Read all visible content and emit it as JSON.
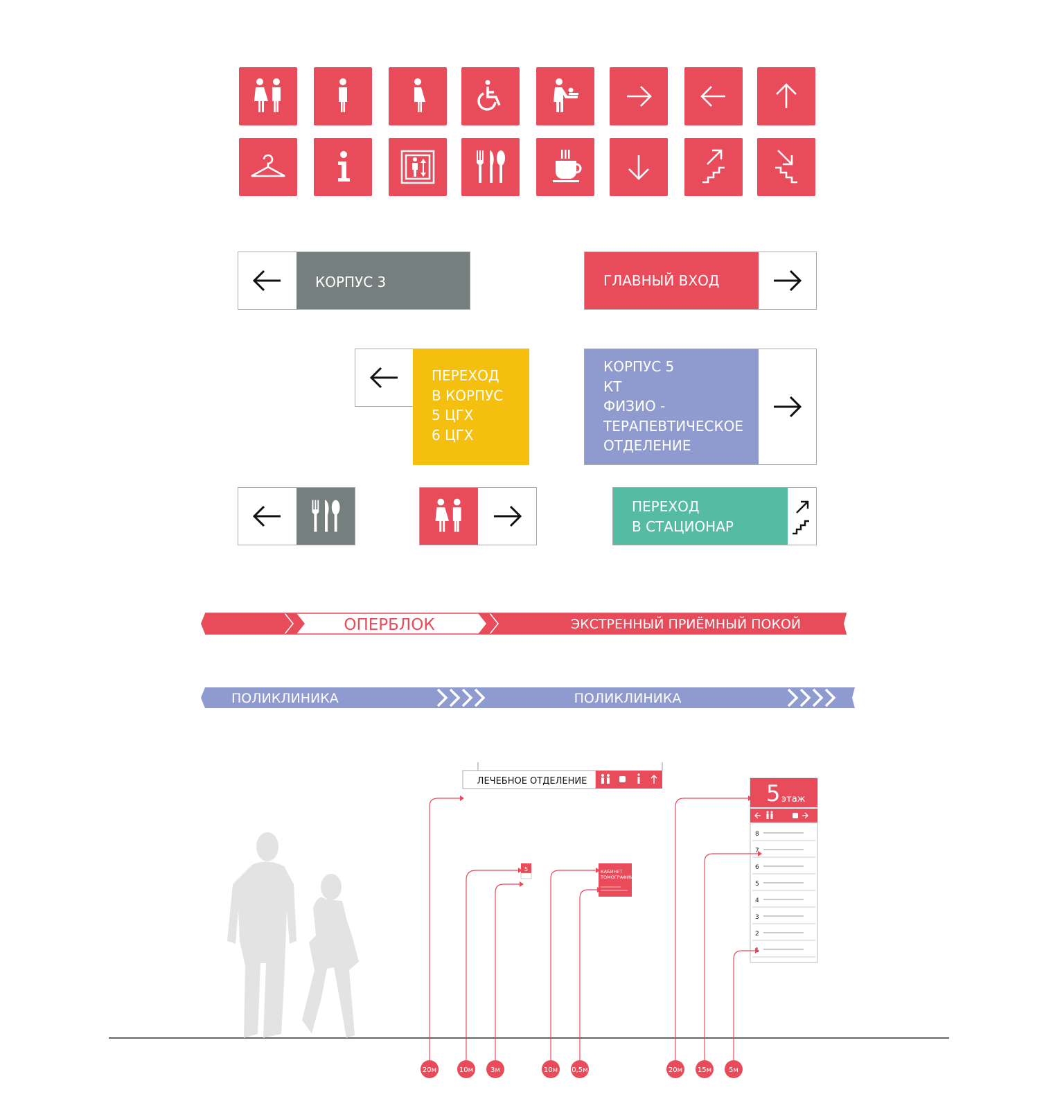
{
  "colors": {
    "red": "#e84b5a",
    "gray": "#757f7e",
    "yellow": "#f5bf0f",
    "lavender": "#8f9bcf",
    "teal": "#55bba2",
    "silhouette": "#e3e3e3"
  },
  "pictograms": [
    {
      "icon": "toilets-icon"
    },
    {
      "icon": "male-toilet-icon"
    },
    {
      "icon": "female-toilet-icon"
    },
    {
      "icon": "wheelchair-icon"
    },
    {
      "icon": "baby-changing-icon"
    },
    {
      "icon": "arrow-right-icon"
    },
    {
      "icon": "arrow-left-icon"
    },
    {
      "icon": "arrow-up-icon"
    },
    {
      "icon": "coat-hanger-icon"
    },
    {
      "icon": "information-icon"
    },
    {
      "icon": "elevator-icon"
    },
    {
      "icon": "cutlery-icon"
    },
    {
      "icon": "coffee-cup-icon"
    },
    {
      "icon": "arrow-down-icon"
    },
    {
      "icon": "stairs-up-icon"
    },
    {
      "icon": "stairs-down-icon"
    }
  ],
  "signs": {
    "korpus3": "КОРПУС 3",
    "main_entrance": "ГЛАВНЫЙ ВХОД",
    "perehod_korpus": [
      "ПЕРЕХОД",
      "В КОРПУС",
      "5 ЦГХ",
      "6 ЦГХ"
    ],
    "korpus5": [
      "КОРПУС 5",
      "КТ",
      "ФИЗИО -",
      "ТЕРАПЕВТИЧЕСКОЕ",
      "ОТДЕЛЕНИЕ"
    ],
    "perehod_stacionar": [
      "ПЕРЕХОД",
      "В СТАЦИОНАР"
    ]
  },
  "stripes": {
    "red_left": "ОПЕРБЛОК",
    "red_right": "ЭКСТРЕННЫЙ ПРИЁМНЫЙ ПОКОЙ",
    "blue_left": "ПОЛИКЛИНИКА",
    "blue_right": "ПОЛИКЛИНИКА"
  },
  "scene": {
    "ceiling_sign": "ЛЕЧЕБНОЕ ОТДЕЛЕНИЕ",
    "room_sign_line1": "КАБИНЕТ",
    "room_sign_line2": "ТОМОГРАФИИ",
    "door_plate_number": "5",
    "floor_board": {
      "number": "5",
      "word": "этаж",
      "floors": [
        "8",
        "7",
        "6",
        "5",
        "4",
        "3",
        "2",
        "1"
      ]
    },
    "distances": [
      "20м",
      "10м",
      "3м",
      "10м",
      "0,5м",
      "20м",
      "15м",
      "5м"
    ]
  }
}
